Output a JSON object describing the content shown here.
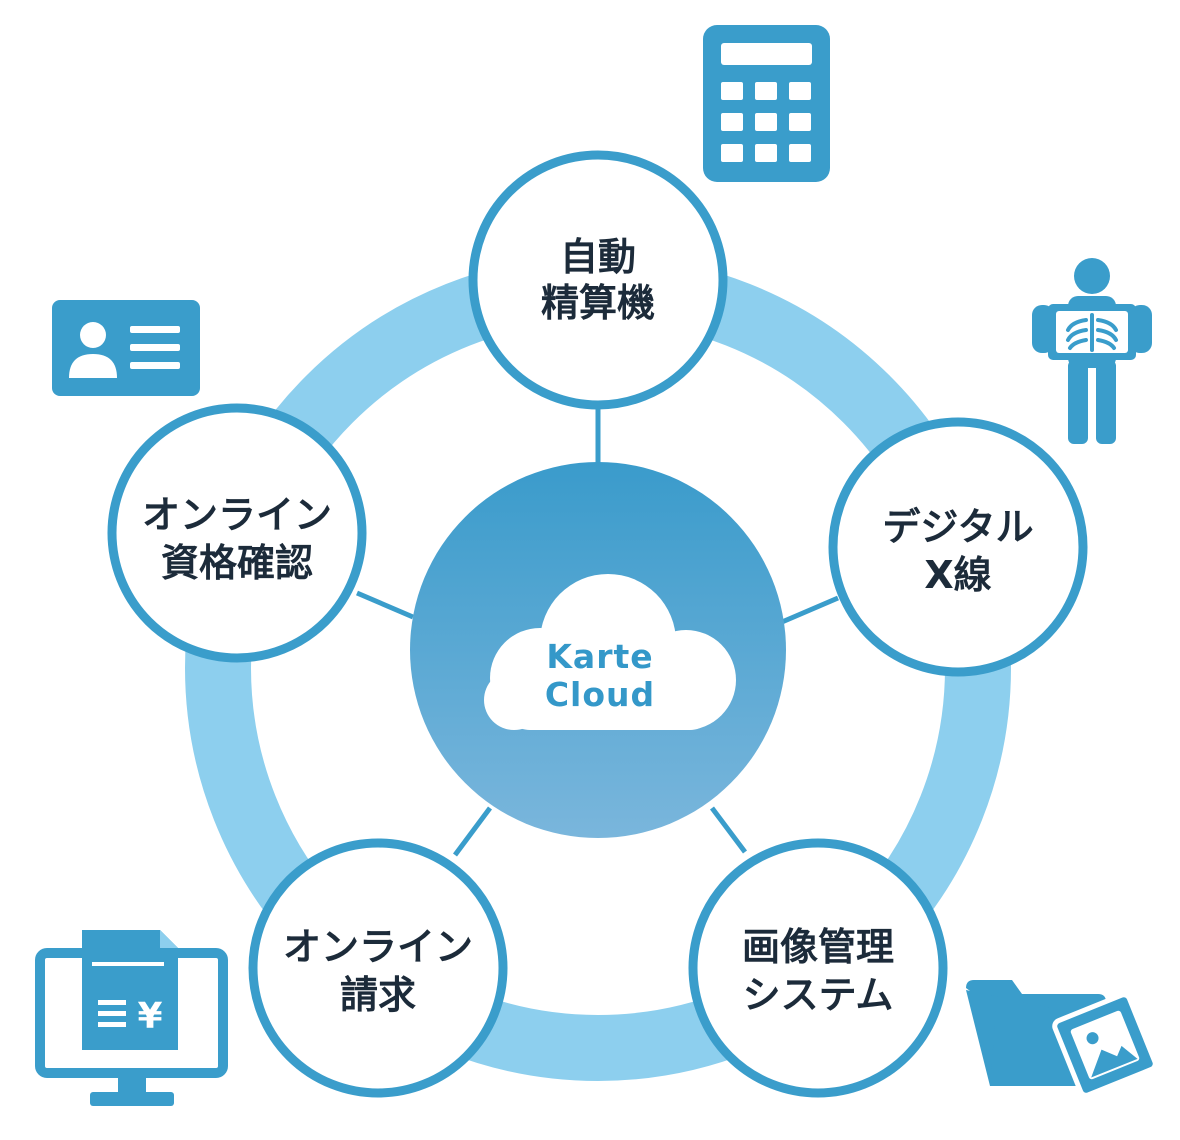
{
  "colors": {
    "ring": "#8dcfee",
    "node_border": "#3a9dcb",
    "icon": "#3a9dcb",
    "center_top": "#3a9bcb",
    "center_bottom": "#7ab6dc",
    "text": "#1c2b3a"
  },
  "center": {
    "line1": "Karte",
    "line2": "Cloud",
    "icon": "cloud-icon"
  },
  "nodes": {
    "top": {
      "line1": "自動",
      "line2": "精算機",
      "icon": "calculator-icon"
    },
    "right": {
      "line1": "デジタル",
      "line2": "X線",
      "icon": "xray-person-icon"
    },
    "bottom_right": {
      "line1": "画像管理",
      "line2": "システム",
      "icon": "image-folder-icon"
    },
    "bottom_left": {
      "line1": "オンライン",
      "line2": "請求",
      "icon": "invoice-monitor-icon"
    },
    "left": {
      "line1": "オンライン",
      "line2": "資格確認",
      "icon": "id-card-icon"
    }
  },
  "icon_glyphs": {
    "invoice_symbol": "¥"
  }
}
